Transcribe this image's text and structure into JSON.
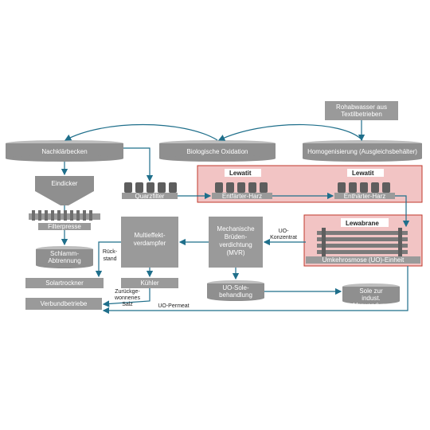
{
  "colors": {
    "box": "#9a9a9a",
    "box_dark": "#7f7f7f",
    "arrow": "#1f6f8b",
    "highlight_fill": "#f2c4c4",
    "highlight_border": "#c0392b",
    "dark_label": "#222222"
  },
  "nodes": {
    "rohabwasser": "Rohabwasser aus Textilbetrieben",
    "nachklaer": "Nachklärbecken",
    "bio": "Biologische Oxidation",
    "homog": "Homogenisierung (Ausgleichsbehälter)",
    "eindicker": "Eindicker",
    "quarzfilter": "Quarzfilter",
    "entfaerter": "Entfärter-Harz",
    "enthaerter": "Enthärter-Harz",
    "filterpresse": "Filterpresse",
    "schlamm": "Schlamm-Abtrennung",
    "multieffekt": "Multieffekt-verdampfer",
    "mvr": "Mechanische Brüden-verdichtung (MVR)",
    "uo_einheit": "Umkehrosmose (UO)-Einheit",
    "solartrockner": "Solartrockner",
    "kuehler": "Kühler",
    "uo_sole": "UO-Sole-behandlung",
    "sole_zur": "Sole zur indust. Verwendung",
    "verbund": "Verbundbetriebe"
  },
  "brands": {
    "lewatit_1": "Lewatit",
    "lewatit_2": "Lewatit",
    "lewabrane": "Lewabrane"
  },
  "flow_labels": {
    "rueckstand": "Rück-stand",
    "uo_konzentrat": "UO-Konzentrat",
    "zurueck_salz": "Zurückge-wonnenes Salz",
    "uo_permeat": "UO-Permeat"
  }
}
